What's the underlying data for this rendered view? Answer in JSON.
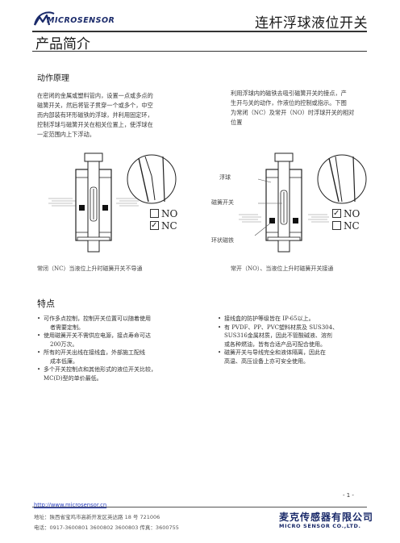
{
  "header": {
    "logo_text": "MICROSENSOR",
    "doc_title": "连杆浮球液位开关"
  },
  "section": {
    "title": "产品简介"
  },
  "principle": {
    "heading": "动作原理",
    "left_lines": [
      "在密闭的金属或塑料管内，设置一点或多点的",
      "磁簧开关，然后将管子贯穿一个或多个，中空",
      "而内部装有环形磁铁的浮球，并利用固定环，",
      "控制浮球与磁簧开关在相关位置上，使浮球在",
      "一定范围内上下浮动。"
    ],
    "right_lines": [
      "利用浮球内的磁铁去吸引磁簧开关的接点，产",
      "生开与关的动作，作液位的控制或指示。下图",
      "为常闭（NC）及常开（NO）时浮球开关的相对",
      "位置"
    ]
  },
  "diagrams": {
    "left": {
      "no_label": "NO",
      "nc_label": "NC",
      "checked": "NC",
      "caption": "常闭（NC）当液位上升时磁簧开关不导通"
    },
    "right": {
      "float_label": "浮球",
      "reed_label": "磁簧开关",
      "magnet_label": "环状磁铁",
      "no_label": "NO",
      "nc_label": "NC",
      "checked": "NO",
      "caption": "常开（NO）、当液位上升时磁簧开关接通"
    }
  },
  "features": {
    "heading": "特点",
    "left_items": [
      [
        "可作多点控制，控制开关位置可以随着使用",
        "者需要定制。"
      ],
      [
        "使用磁簧开关不需供应电源，接点寿命可达",
        "200万次。"
      ],
      [
        "所有的开关出线在接线盒，外部施工配线",
        "成本低廉。"
      ],
      [
        "多个开关控制点和其他形式的液位开关比较，",
        "MC(D)型的单价最低。"
      ]
    ],
    "right_items": [
      [
        "接线盒的防护等级皆在 IP-65以上。"
      ],
      [
        "有 PVDF、PP、PVC塑料材质及 SUS304、",
        "SUS316金属材质，因此不管酸碱液、溶剂",
        "或各种燃油，皆有合适产品可配合使用。"
      ],
      [
        "磁簧开关与导线完全和液体隔离，因此在",
        "高温、高压设备上亦可安全使用。"
      ]
    ]
  },
  "footer": {
    "url": "http://www.microsensor.cn",
    "address": "地址：陕西省宝鸡市高新开发区英达路 18 号    721006",
    "phone": "电话：0917-3600801 3600802 3600803  传真：3600755",
    "page_number": "- 1 -",
    "company_cn": "麦克传感器有限公司",
    "company_en": "MICRO SENSOR CO.,LTD."
  },
  "colors": {
    "brand_navy": "#1a2a6a",
    "link_blue": "#2a3fbf"
  }
}
